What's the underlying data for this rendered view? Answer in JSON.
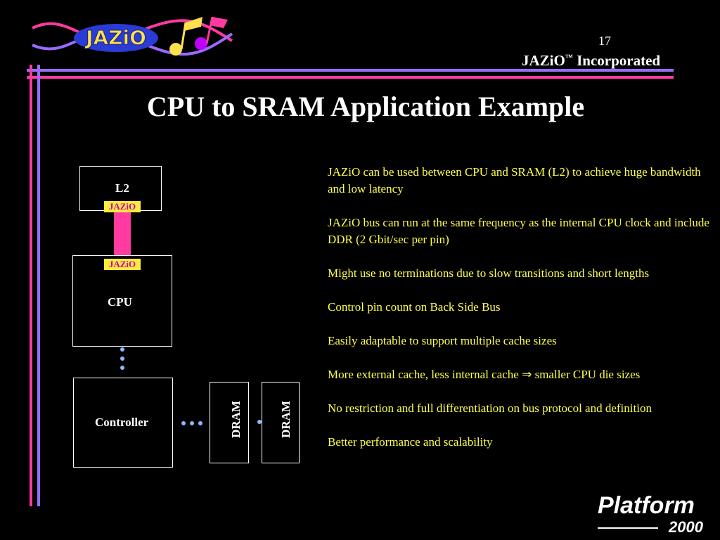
{
  "header": {
    "logo_text": "JAZiO",
    "page_number": "17",
    "company": "JAZiO",
    "company_tm": "™",
    "company_suffix": " Incorporated"
  },
  "title": "CPU to SRAM Application Example",
  "diagram": {
    "l2_label": "L2",
    "jazio_top": "JAZiO",
    "jazio_bottom": "JAZiO",
    "cpu_label": "CPU",
    "controller_label": "Controller",
    "dram1_label": "DRAM",
    "dram2_label": "DRAM",
    "bus_color": "#ff3aa0",
    "tag_color": "#ffeb3b"
  },
  "bullets": [
    "JAZiO can be used between CPU and SRAM (L2) to achieve huge bandwidth and low latency",
    "JAZiO bus can run at the same frequency as the internal CPU clock and include DDR (2 Gbit/sec per pin)",
    "Might use no terminations due to slow transitions and short lengths",
    "Control pin count on Back Side Bus",
    "Easily adaptable to support multiple cache sizes",
    "More external cache, less internal cache ⇒ smaller CPU die sizes",
    "No restriction and full differentiation on bus protocol and definition",
    "Better performance and scalability"
  ],
  "footer": {
    "platform": "Platform",
    "year": "2000"
  },
  "colors": {
    "bullet_text": "#ffff4d",
    "frame_pink": "#ff3aa0",
    "frame_purple": "#9a6bff"
  }
}
